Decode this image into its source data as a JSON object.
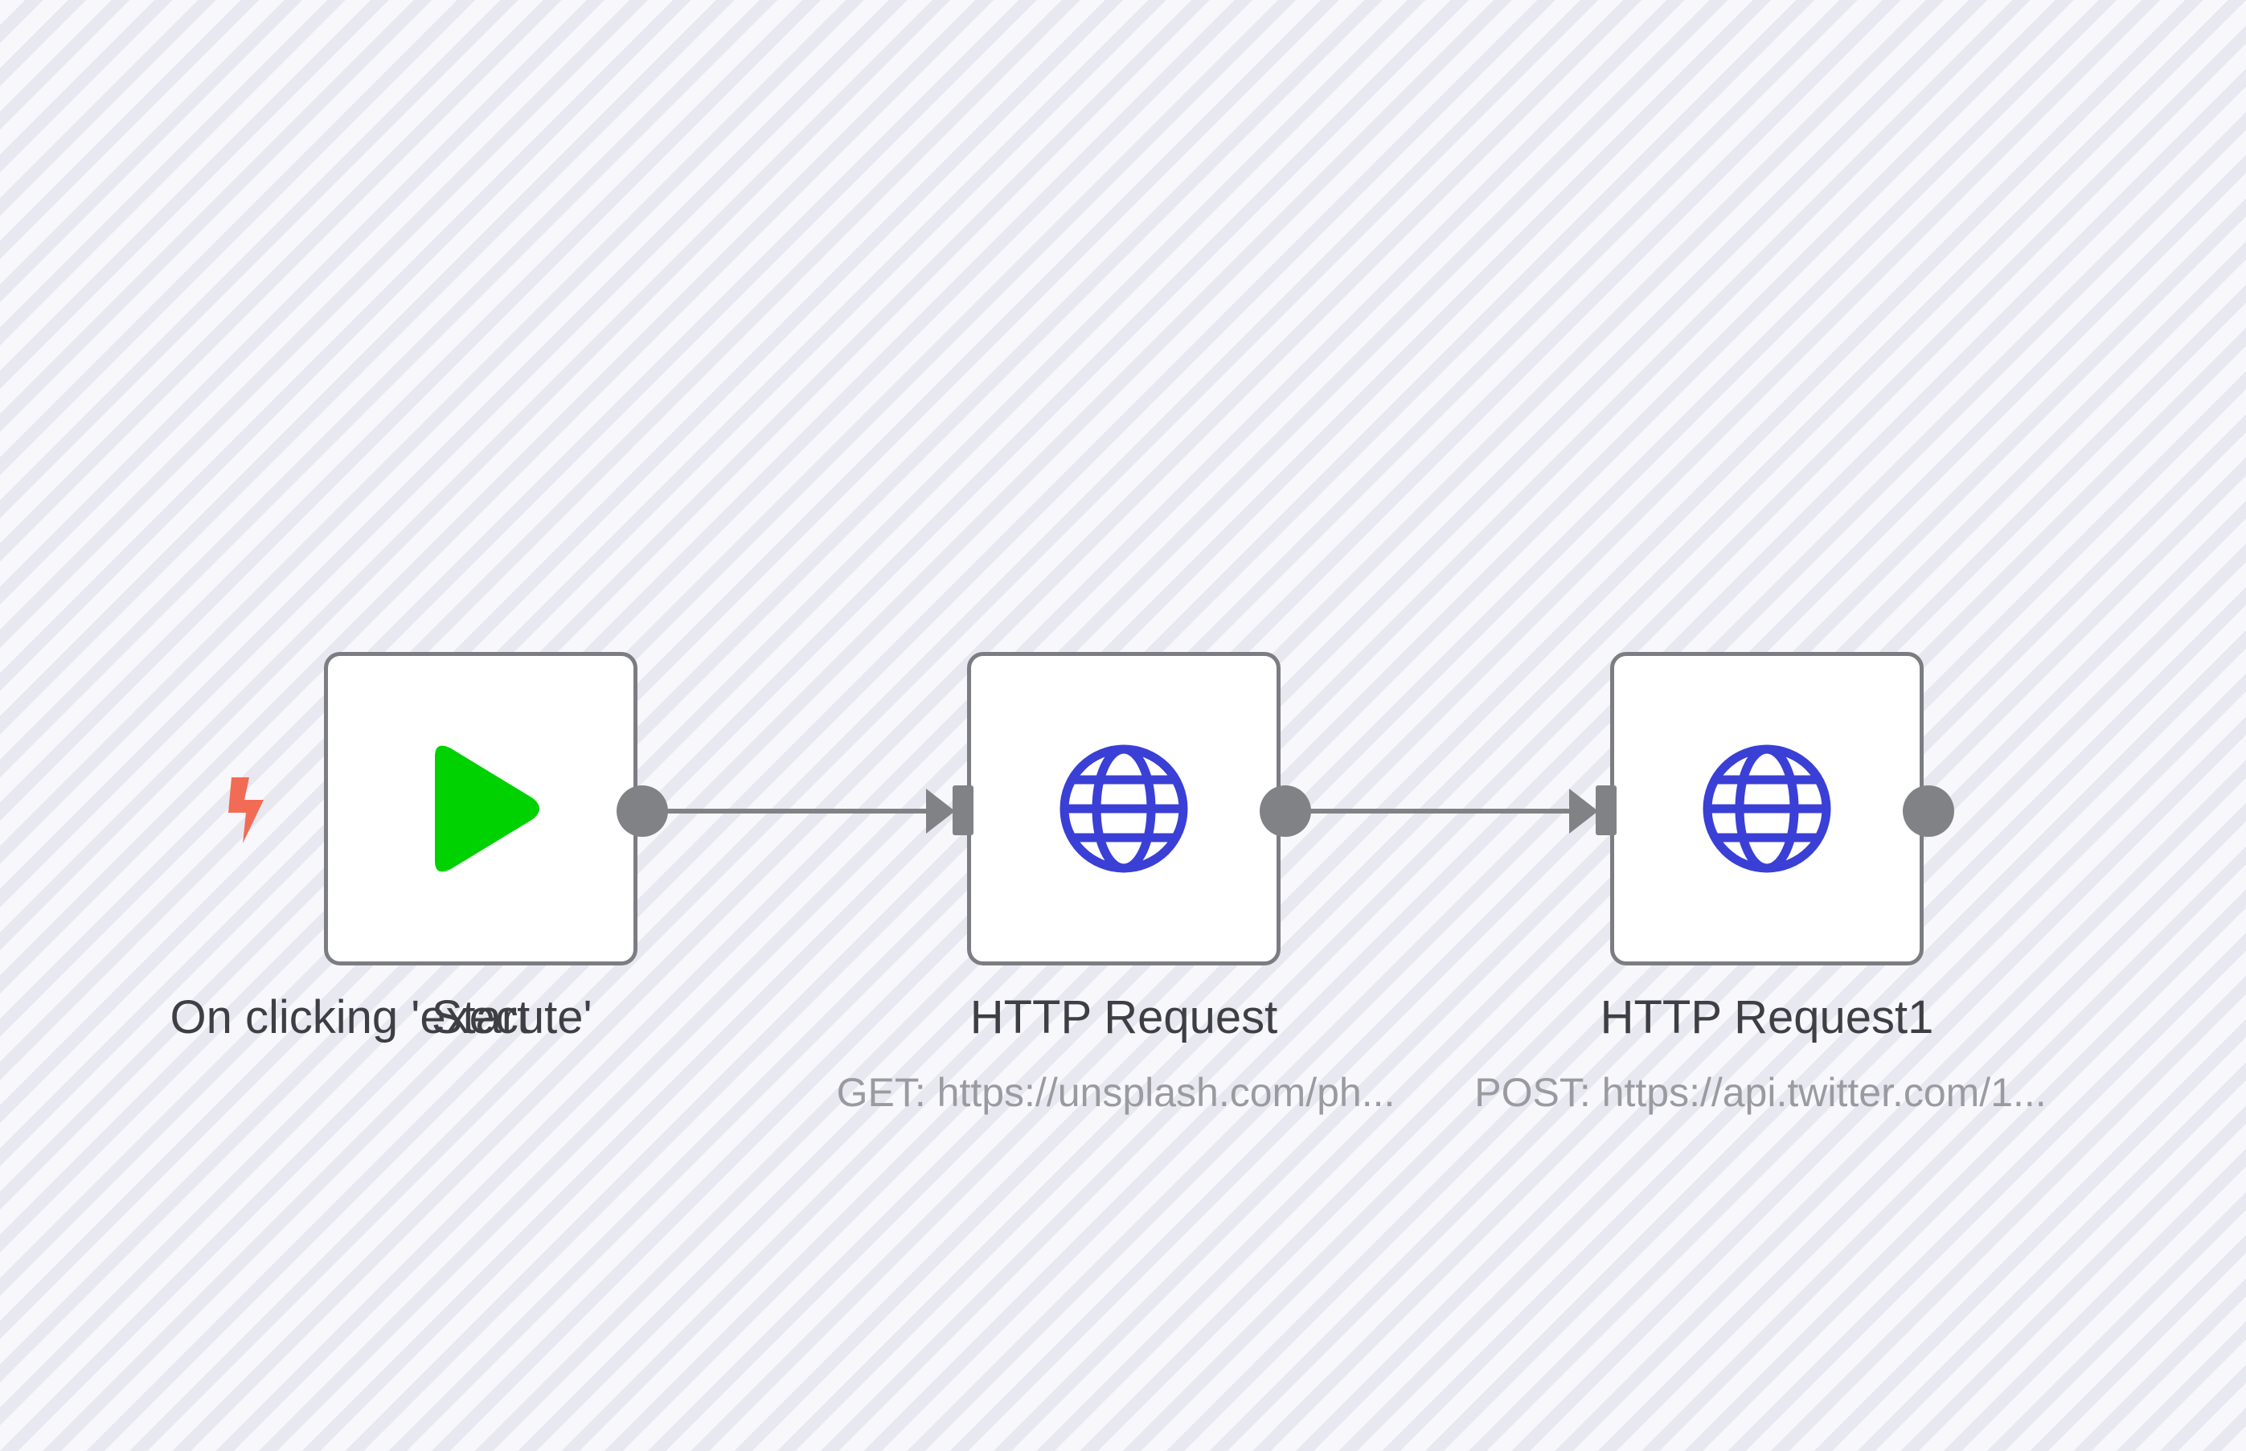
{
  "nodes": [
    {
      "id": "start",
      "label": "Start",
      "overlay_label": "On clicking 'execute'",
      "icon": "play-icon",
      "subtitle": ""
    },
    {
      "id": "http1",
      "label": "HTTP Request",
      "icon": "globe-icon",
      "subtitle": "GET: https://unsplash.com/ph..."
    },
    {
      "id": "http2",
      "label": "HTTP Request1",
      "icon": "globe-icon",
      "subtitle": "POST: https://api.twitter.com/1..."
    }
  ],
  "trigger_icon": "lightning-bolt-icon",
  "colors": {
    "play": "#00d100",
    "globe": "#3a3fd6",
    "trigger": "#f26b55",
    "border": "#7b7d82",
    "handle": "#808286",
    "label": "#3d3f45",
    "subtitle": "#9a9ba1"
  }
}
